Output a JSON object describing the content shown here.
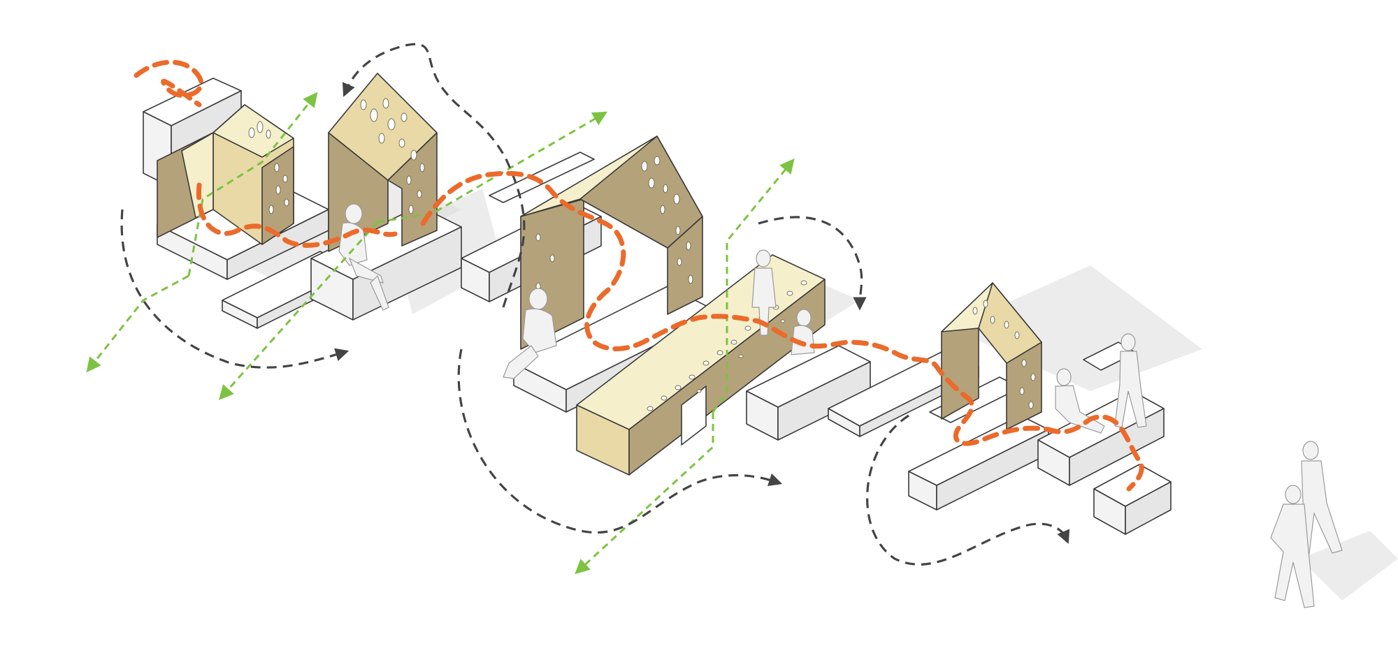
{
  "diagram": {
    "kind": "isometric-pavilion-circulation",
    "colors": {
      "background": "#ffffff",
      "panel_dark": "#b4a27a",
      "panel_light": "#e8d9a6",
      "panel_pale": "#f6efcc",
      "block_top": "#ffffff",
      "outline": "#3a3a3a",
      "path_orange": "#ec6a2a",
      "path_grey": "#444444",
      "path_green": "#7cc341"
    },
    "elements": {
      "pavilions": [
        "small-pavilion",
        "tall-pavilion",
        "large-pavilion",
        "right-pavilion"
      ],
      "benches": [
        "bench-left",
        "bench-middle",
        "bench-long",
        "bench-right"
      ],
      "figures": [
        "seated-figure-left",
        "seated-figure-middle",
        "standing-figure",
        "seated-figure-right",
        "walking-figures"
      ],
      "flows": [
        "orange-meandering-path",
        "grey-circulation-arrows",
        "green-crossing-arrows"
      ]
    }
  }
}
